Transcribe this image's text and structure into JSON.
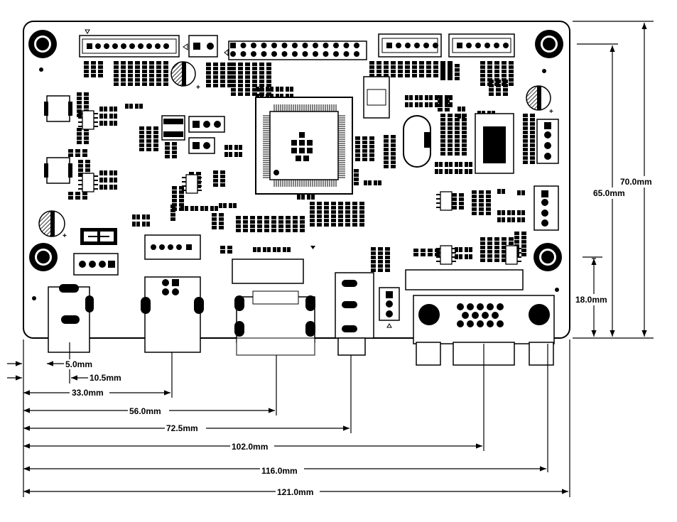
{
  "dimensions": {
    "horizontal": [
      "5.0mm",
      "10.5mm",
      "33.0mm",
      "56.0mm",
      "72.5mm",
      "102.0mm",
      "116.0mm",
      "121.0mm"
    ],
    "vertical": [
      "70.0mm",
      "65.0mm",
      "18.0mm"
    ]
  },
  "colors": {
    "ink": "#000000",
    "paper": "#ffffff",
    "hatch": "#555555"
  }
}
